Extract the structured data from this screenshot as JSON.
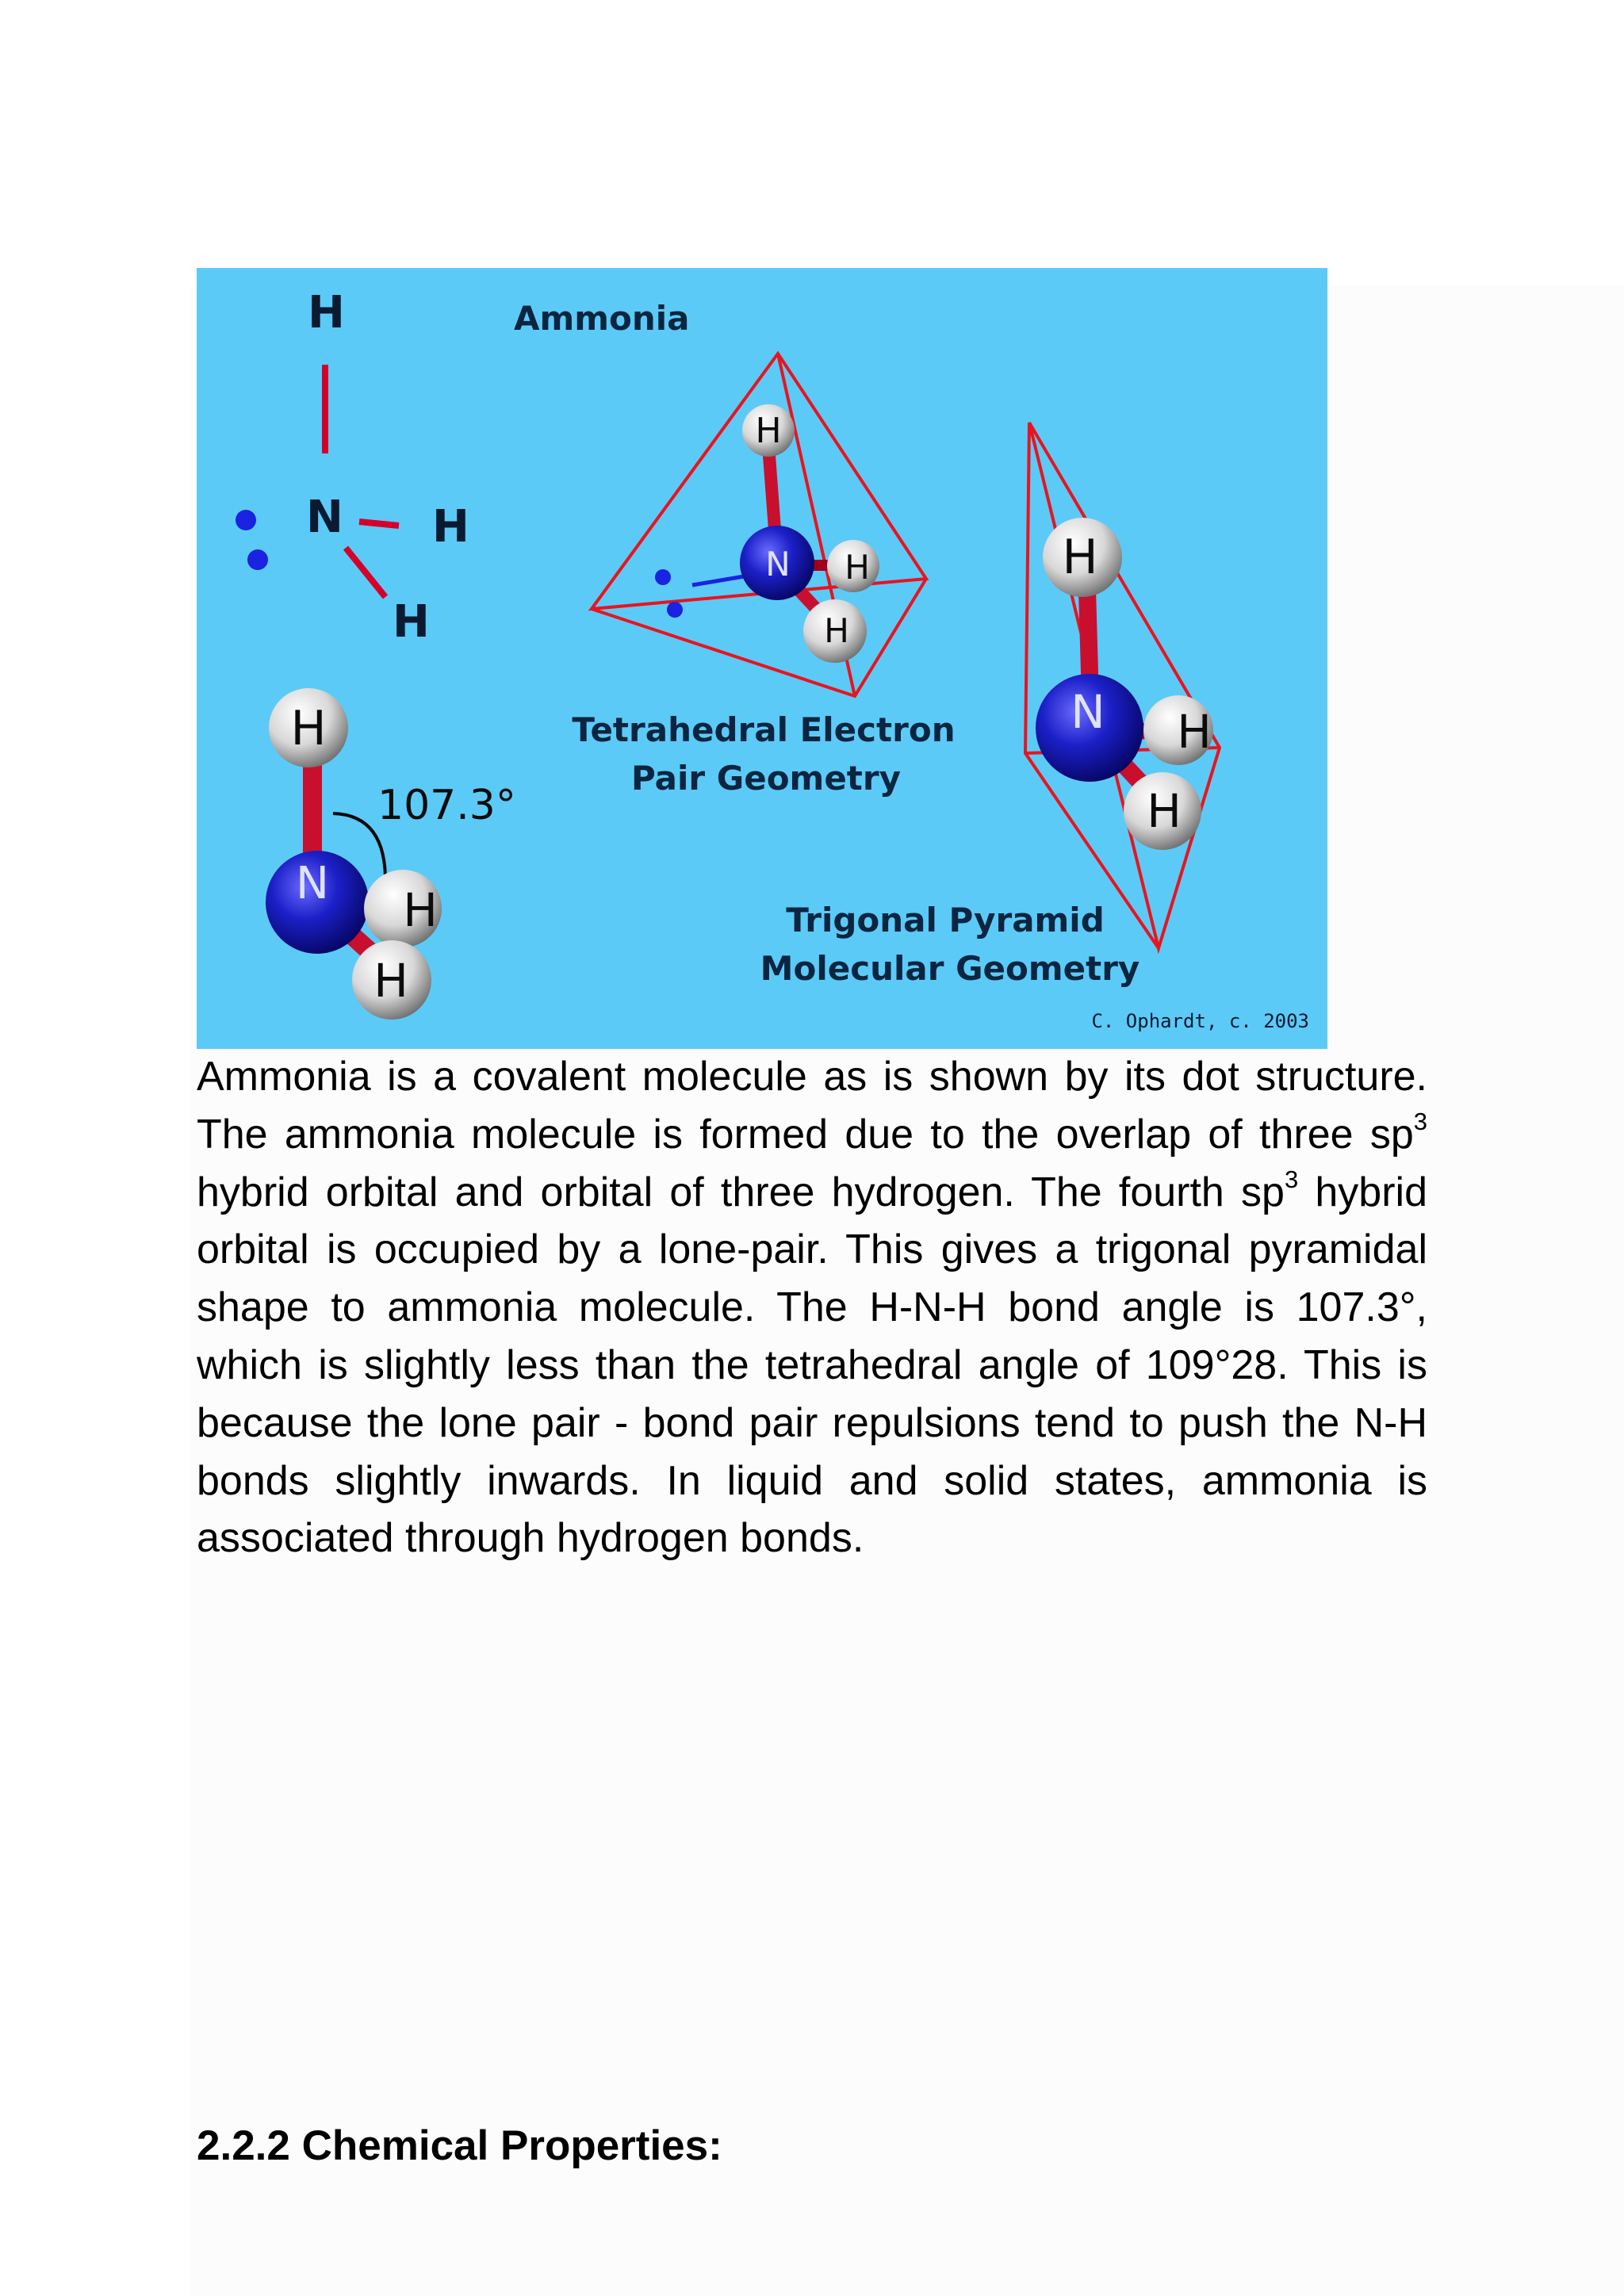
{
  "figure": {
    "title": "Ammonia",
    "labels": {
      "hydrogen": "H",
      "nitrogen": "N",
      "angle": "107.3°",
      "electron_geometry_line1": "Tetrahedral Electron",
      "electron_geometry_line2": "Pair Geometry",
      "molecular_geometry_line1": "Trigonal Pyramid",
      "molecular_geometry_line2": "Molecular Geometry",
      "credit": "C. Ophardt, c. 2003"
    },
    "colors": {
      "background": "#5ccaf7",
      "bond": "#d4002a",
      "nitrogen": "#1c20c8",
      "hydrogen": "#e8e8e8",
      "tetrahedron": "#e8141e",
      "lone_pair": "#1a23e0"
    }
  },
  "paragraph": {
    "p1": "Ammonia is a covalent molecule as is shown by its dot structure. The ammonia molecule is formed due to the overlap of three sp",
    "sup1": "3",
    "p2": " hybrid orbital and orbital of three hydrogen. The fourth sp",
    "sup2": "3",
    "p3": " hybrid orbital is occupied by a lone-pair. This gives a trigonal pyramidal shape to ammonia molecule. The H-N-H bond angle is 107.3°, which is slightly less than the tetrahedral angle of 109°28. This is because the lone pair - bond pair repulsions tend to push the N-H bonds slightly inwards. In liquid and solid states, ammonia is associated through hydrogen bonds."
  },
  "section_heading": "2.2.2 Chemical Properties:"
}
